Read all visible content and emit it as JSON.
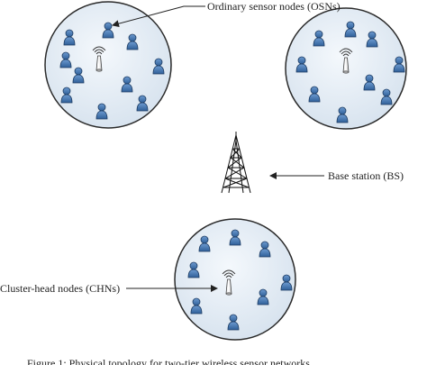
{
  "labels": {
    "osn": "Ordinary sensor nodes (OSNs)",
    "bs": "Base station (BS)",
    "chn": "Cluster-head nodes (CHNs)"
  },
  "caption": "Figure 1: Physical topology for two-tier wireless sensor networks.",
  "colors": {
    "cluster_fill": "#e3ecf5",
    "cluster_stroke": "#2b2b2b",
    "node_fill": "#3f6fa8",
    "node_stroke": "#1f3d63",
    "tower_stroke": "#111111"
  }
}
